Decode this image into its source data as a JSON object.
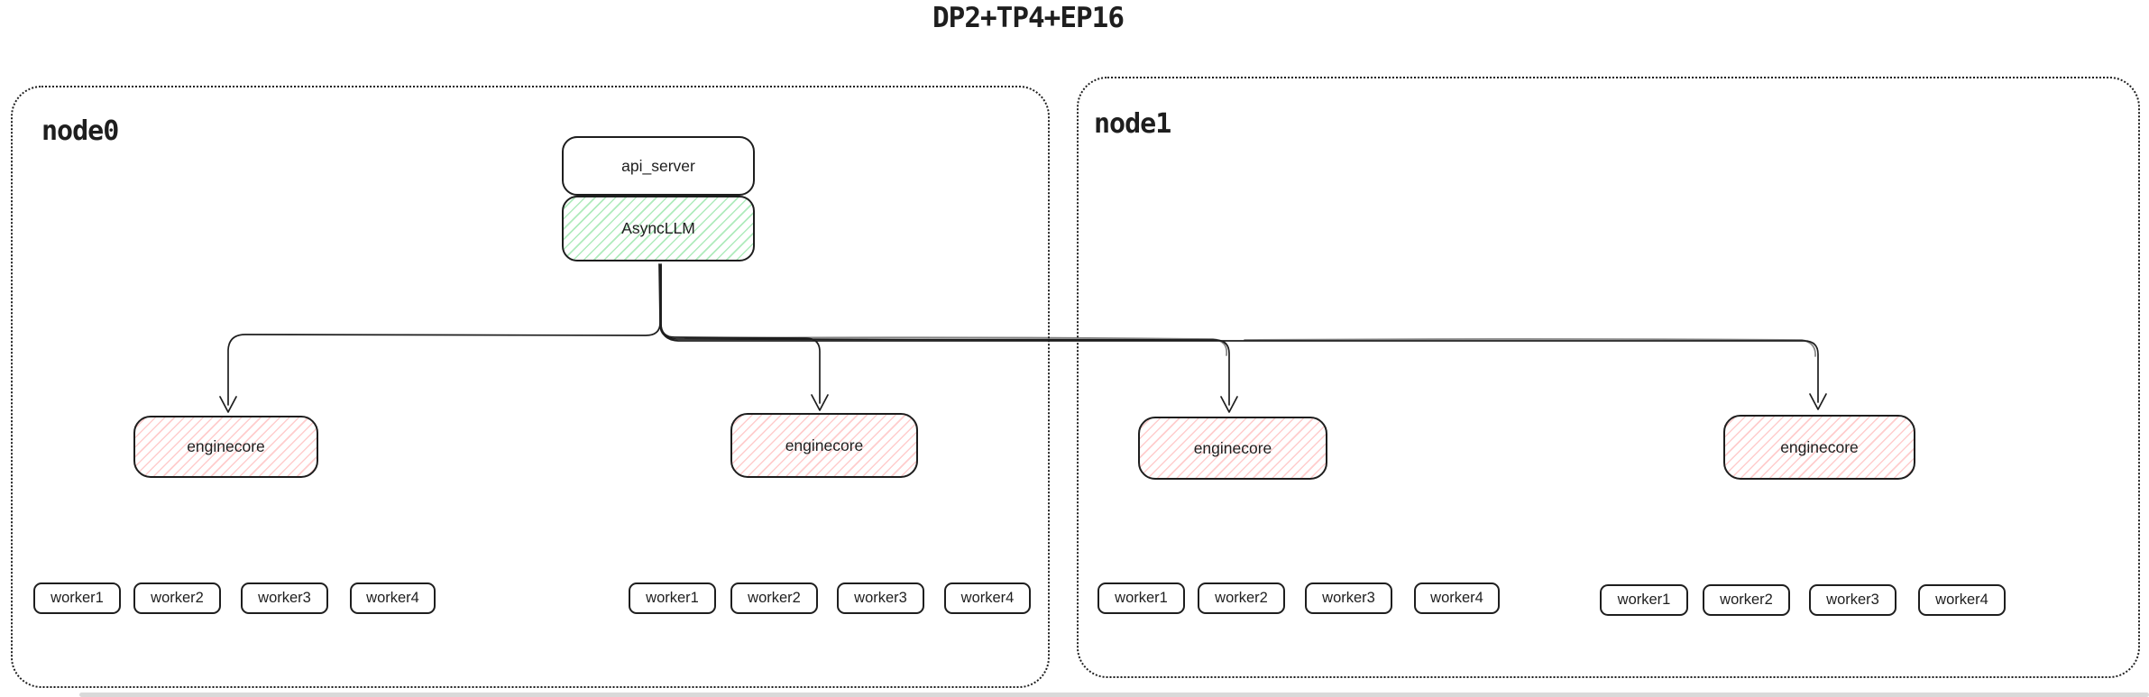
{
  "title": "DP2+TP4+EP16",
  "colors": {
    "ink": "#1e1e1e",
    "green_hachure": "#79de8f",
    "red_hachure": "#ff8787",
    "box_background": "#ffffff"
  },
  "nodes": [
    {
      "label": "node0"
    },
    {
      "label": "node1"
    }
  ],
  "api_server": {
    "label": "api_server"
  },
  "async_llm": {
    "label": "AsyncLLM"
  },
  "enginecores": [
    {
      "label": "enginecore"
    },
    {
      "label": "enginecore"
    },
    {
      "label": "enginecore"
    },
    {
      "label": "enginecore"
    }
  ],
  "workers": {
    "group0": [
      "worker1",
      "worker2",
      "worker3",
      "worker4"
    ],
    "group1": [
      "worker1",
      "worker2",
      "worker3",
      "worker4"
    ],
    "group2": [
      "worker1",
      "worker2",
      "worker3",
      "worker4"
    ],
    "group3": [
      "worker1",
      "worker2",
      "worker3",
      "worker4"
    ]
  }
}
